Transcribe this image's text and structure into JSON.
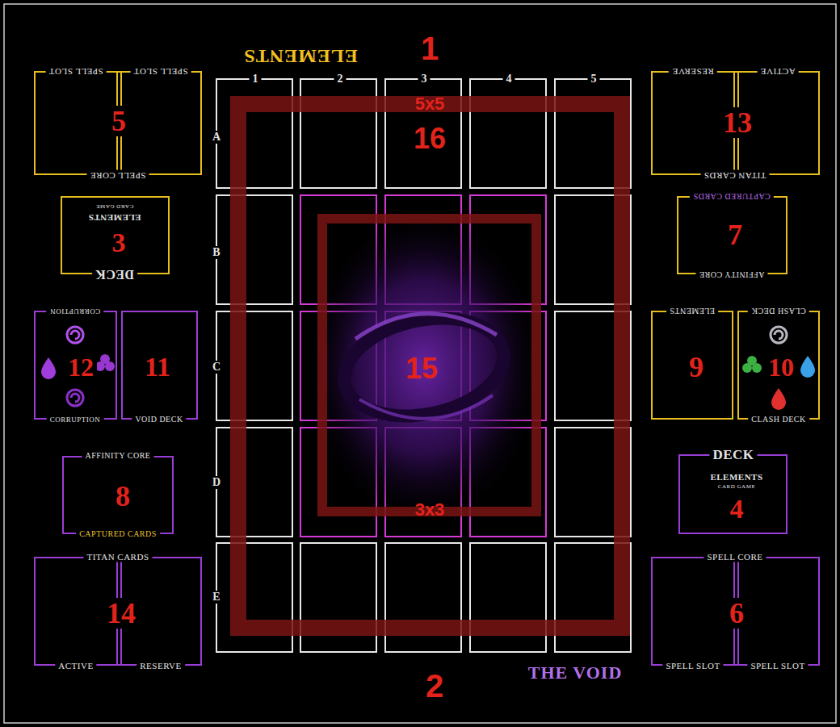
{
  "diagram": {
    "nodes": [
      {
        "text": [
          "SPELL SLOT",
          "SPELL SLOT",
          "SPELL CORE",
          "5"
        ]
      },
      {
        "text": [
          "RESERVE",
          "ACTIVE",
          "TITAN CARDS",
          "13"
        ]
      },
      {
        "text": [
          "DECK",
          "ELEMENTS",
          "CARD GAME",
          "3"
        ]
      },
      {
        "text": [
          "CAPTURED CARDS",
          "AFFINITY CORE",
          "7"
        ]
      },
      {
        "text": [
          "CORRUPTION",
          "CORRUPTION",
          "12"
        ]
      },
      {
        "text": [
          "VOID DECK",
          "11"
        ]
      },
      {
        "text": [
          "ELEMENTS",
          "9"
        ]
      },
      {
        "text": [
          "CLASH DECK",
          "CLASH DECK",
          "10"
        ]
      },
      {
        "text": [
          "AFFINITY CORE",
          "CAPTURED CARDS",
          "8"
        ]
      },
      {
        "text": [
          "DECK",
          "ELEMENTS",
          "CARD GAME",
          "4"
        ]
      },
      {
        "text": [
          "TITAN CARDS",
          "ACTIVE",
          "RESERVE",
          "14"
        ]
      },
      {
        "text": [
          "SPELL CORE",
          "SPELL SLOT",
          "SPELL SLOT",
          "6"
        ]
      }
    ],
    "labels": [
      "ELEMENTS",
      "1",
      "1",
      "2",
      "3",
      "4",
      "5",
      "5x5",
      "16",
      "A",
      "B",
      "C",
      "15",
      "D",
      "3x3",
      "E",
      "THE VOID",
      "2"
    ]
  }
}
